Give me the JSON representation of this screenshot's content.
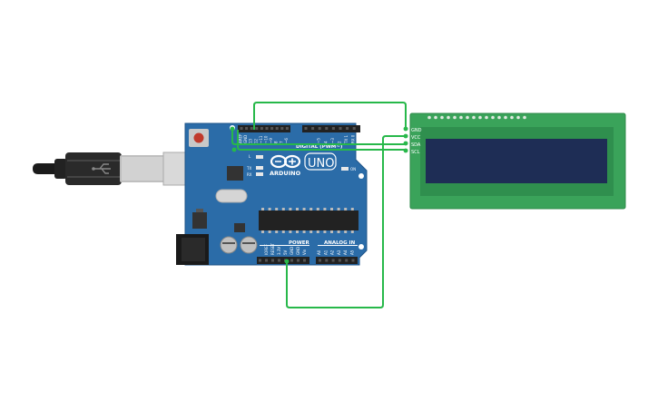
{
  "board": {
    "brand": "ARDUINO",
    "model": "UNO",
    "digital_header": "DIGITAL (PWM~)",
    "power_header": "POWER",
    "analog_header": "ANALOG IN",
    "on_led": "ON",
    "led_l": "L",
    "led_tx": "TX",
    "led_rx": "RX",
    "digital_pins": [
      "AREF",
      "GND",
      "13",
      "12",
      "~11",
      "~10",
      "~9",
      "8",
      "7",
      "~6",
      "~5",
      "4",
      "~3",
      "2",
      "TX 1",
      "RX 0"
    ],
    "power_pins": [
      "IOREF",
      "RESET",
      "3.3V",
      "5V",
      "GND",
      "GND",
      "Vin"
    ],
    "analog_pins": [
      "A0",
      "A1",
      "A2",
      "A3",
      "A4",
      "A5"
    ]
  },
  "lcd": {
    "pins": [
      "GND",
      "VCC",
      "SDA",
      "SCL"
    ]
  },
  "wire_colors": {
    "wire": "#27b84a",
    "board": "#2b6ca8",
    "lcd_pcb": "#3aa35a",
    "lcd_screen": "#1e2d55"
  }
}
